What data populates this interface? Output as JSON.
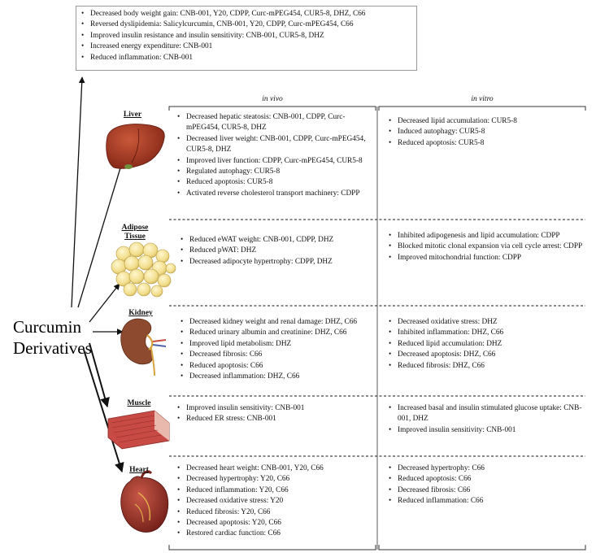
{
  "title_lines": [
    "Curcumin",
    "Derivatives"
  ],
  "systemic_effects": [
    "Decreased body weight gain: CNB-001, Y20, CDPP, Curc-mPEG454, CUR5-8, DHZ, C66",
    "Reversed dyslipidemia: Salicylcurcumin, CNB-001, Y20, CDPP, Curc-mPEG454, C66",
    "Improved insulin resistance and insulin sensitivity: CNB-001, CUR5-8, DHZ",
    "Increased energy expenditure: CNB-001",
    "Reduced inflammation: CNB-001"
  ],
  "columns": {
    "in_vivo": "in vivo",
    "in_vitro": "in vitro"
  },
  "organs": [
    {
      "label_lines": [
        "Liver"
      ],
      "in_vivo": [
        "Decreased hepatic steatosis: CNB-001, CDPP, Curc-mPEG454, CUR5-8, DHZ",
        "Decreased liver weight: CNB-001, CDPP, Curc-mPEG454, CUR5-8, DHZ",
        "Improved liver function: CDPP, Curc-mPEG454, CUR5-8",
        "Regulated autophagy: CUR5-8",
        "Reduced apoptosis: CUR5-8",
        "Activated reverse cholesterol transport machinery: CDPP"
      ],
      "in_vitro": [
        "Decreased lipid accumulation: CUR5-8",
        "Induced autophagy: CUR5-8",
        "Reduced apoptosis: CUR5-8"
      ]
    },
    {
      "label_lines": [
        "Adipose",
        "Tissue"
      ],
      "in_vivo": [
        "Reduced eWAT weight: CNB-001, CDPP, DHZ",
        "Reduced pWAT: DHZ",
        "Decreased adipocyte hypertrophy: CDPP, DHZ"
      ],
      "in_vitro": [
        "Inhibited adipogenesis and lipid accumulation: CDPP",
        "Blocked mitotic clonal expansion via cell cycle arrest: CDPP",
        "Improved mitochondrial function: CDPP"
      ]
    },
    {
      "label_lines": [
        "Kidney"
      ],
      "in_vivo": [
        "Decreased kidney weight and renal damage: DHZ, C66",
        "Reduced urinary albumin and creatinine: DHZ, C66",
        "Improved lipid metabolism: DHZ",
        "Decreased fibrosis: C66",
        "Reduced apoptosis: C66",
        "Decreased inflammation: DHZ, C66"
      ],
      "in_vitro": [
        "Decreased oxidative stress: DHZ",
        "Inhibited inflammation: DHZ, C66",
        "Reduced lipid accumulation: DHZ",
        "Decreased apoptosis: DHZ, C66",
        "Reduced fibrosis: DHZ, C66"
      ]
    },
    {
      "label_lines": [
        "Muscle"
      ],
      "in_vivo": [
        "Improved insulin sensitivity: CNB-001",
        "Reduced ER stress: CNB-001"
      ],
      "in_vitro": [
        "Increased basal and insulin stimulated glucose uptake: CNB-001, DHZ",
        "Improved insulin sensitivity: CNB-001"
      ]
    },
    {
      "label_lines": [
        "Heart"
      ],
      "in_vivo": [
        "Decreased heart weight: CNB-001, Y20, C66",
        "Decreased hypertrophy: Y20, C66",
        "Reduced inflammation: Y20, C66",
        "Decreased oxidative stress: Y20",
        "Reduced fibrosis: Y20, C66",
        "Decreased apoptosis: Y20, C66",
        "Restored cardiac function: C66"
      ],
      "in_vitro": [
        "Decreased hypertrophy: C66",
        "Reduced apoptosis: C66",
        "Decreased fibrosis: C66",
        "Reduced  inflammation: C66"
      ]
    }
  ]
}
